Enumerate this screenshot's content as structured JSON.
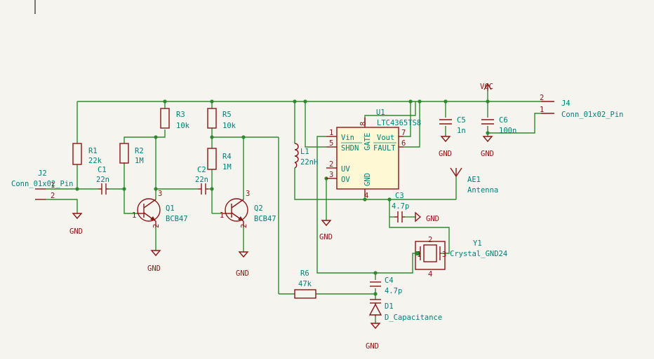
{
  "components": {
    "J2": {
      "ref": "J2",
      "value": "Conn_01x02_Pin",
      "pins": [
        "1",
        "2"
      ]
    },
    "J4": {
      "ref": "J4",
      "value": "Conn_01x02_Pin",
      "pins": [
        "2",
        "1"
      ]
    },
    "R1": {
      "ref": "R1",
      "value": "22k"
    },
    "R2": {
      "ref": "R2",
      "value": "1M"
    },
    "R3": {
      "ref": "R3",
      "value": "10k"
    },
    "R4": {
      "ref": "R4",
      "value": "1M"
    },
    "R5": {
      "ref": "R5",
      "value": "10k"
    },
    "R6": {
      "ref": "R6",
      "value": "47k"
    },
    "C1": {
      "ref": "C1",
      "value": "22n"
    },
    "C2": {
      "ref": "C2",
      "value": "22n"
    },
    "C3": {
      "ref": "C3",
      "value": "4.7p"
    },
    "C4": {
      "ref": "C4",
      "value": "4.7p"
    },
    "C5": {
      "ref": "C5",
      "value": "1n"
    },
    "C6": {
      "ref": "C6",
      "value": "100n"
    },
    "Q1": {
      "ref": "Q1",
      "value": "BCB47",
      "pins": [
        "1",
        "2",
        "3"
      ]
    },
    "Q2": {
      "ref": "Q2",
      "value": "BCB47",
      "pins": [
        "1",
        "2",
        "3"
      ]
    },
    "L1": {
      "ref": "L1",
      "value": "22nH"
    },
    "D1": {
      "ref": "D1",
      "value": "D_Capacitance"
    },
    "AE1": {
      "ref": "AE1",
      "value": "Antenna"
    },
    "Y1": {
      "ref": "Y1",
      "value": "Crystal_GND24",
      "pins": [
        "1",
        "2",
        "3",
        "4"
      ]
    },
    "U1": {
      "ref": "U1",
      "value": "LTC4365TS8",
      "pin_names": {
        "vin": "Vin",
        "shdn": "SHDN",
        "gate": "GATE",
        "vout": "Vout",
        "fault": "FAULT",
        "uv": "UV",
        "ov": "OV",
        "gnd": "GND"
      },
      "pin_numbers": {
        "vin": "1",
        "shdn": "5",
        "uv": "2",
        "ov": "3",
        "gnd": "4",
        "gate": "8",
        "vout": "7",
        "fault": "6"
      }
    }
  },
  "power": {
    "vcc": "VCC",
    "gnd": "GND"
  }
}
